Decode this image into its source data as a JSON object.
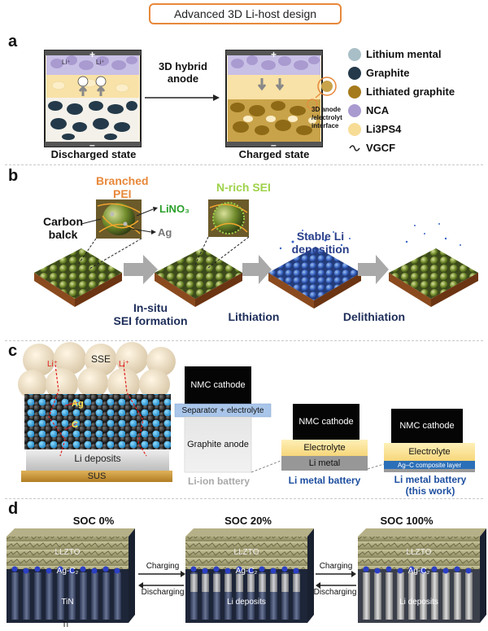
{
  "header": {
    "title": "Advanced 3D Li-host design"
  },
  "panel_a": {
    "letter": "a",
    "arrow_label": "3D hybrid\nanode",
    "discharged_label": "Discharged state",
    "charged_label": "Charged state",
    "interface_label": "3D anode\n/electrolyt\ninterface",
    "li_ion": "Li⁺",
    "plus": "+",
    "minus": "–",
    "legend": [
      {
        "label": "Lithium mental",
        "color": "#a9bfc7"
      },
      {
        "label": "Graphite",
        "color": "#243a4a"
      },
      {
        "label": "Lithiated graphite",
        "color": "#a57a1c"
      },
      {
        "label": "NCA",
        "color": "#a99ad0"
      },
      {
        "label": "Li3PS4",
        "color": "#f7dc96"
      },
      {
        "label": "VGCF",
        "color": "#222222"
      }
    ]
  },
  "panel_b": {
    "letter": "b",
    "branched_pei": "Branched\nPEI",
    "lino3": "LiNO₃",
    "carbon_black": "Carbon\nbalck",
    "ag": "Ag",
    "n_rich_sei": "N-rich SEI",
    "stable_li": "Stable Li\ndeposition",
    "insitu": "In-situ\nSEI formation",
    "lithiation": "Lithiation",
    "delithiation": "Delithiation"
  },
  "panel_c": {
    "letter": "c",
    "sse": "SSE",
    "li_plus": "Li⁺",
    "ag": "Ag",
    "c": "C",
    "li_deposits": "Li deposits",
    "sus": "SUS",
    "col1": {
      "cathode": "NMC cathode",
      "separator": "Separator + electrolyte",
      "anode": "Graphite anode",
      "caption": "Li-ion battery"
    },
    "col2": {
      "cathode": "NMC cathode",
      "electrolyte": "Electrolyte",
      "metal": "Li metal",
      "caption": "Li metal battery"
    },
    "col3": {
      "cathode": "NMC cathode",
      "electrolyte": "Electrolyte",
      "composite": "Ag–C composite layer",
      "caption": "Li metal battery\n(this work)"
    }
  },
  "panel_d": {
    "letter": "d",
    "soc": [
      "SOC 0%",
      "SOC 20%",
      "SOC 100%"
    ],
    "llzto": "LLZTO",
    "agc": "Ag-C₂",
    "tin": "TiN",
    "ti": "Ti",
    "li_deposits": "Li deposits",
    "charging": "Charging",
    "discharging": "Discharging"
  }
}
